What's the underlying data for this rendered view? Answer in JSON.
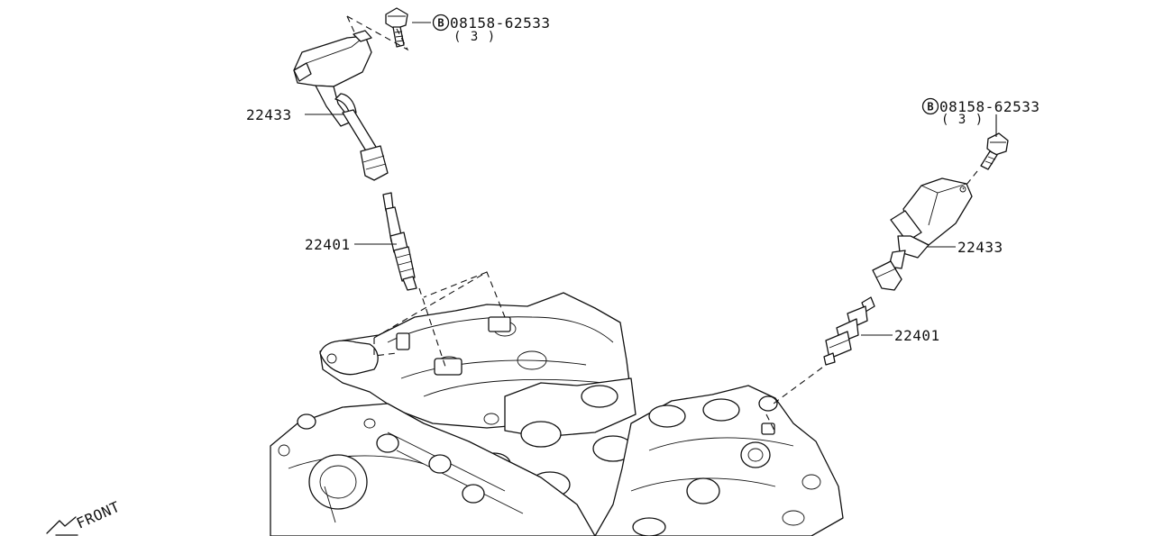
{
  "callouts": {
    "bolt_upper": {
      "marker": "B",
      "part_number": "08158-62533",
      "quantity": "( 3 )"
    },
    "bolt_right": {
      "marker": "B",
      "part_number": "08158-62533",
      "quantity": "( 3 )"
    },
    "coil_left": {
      "part_number": "22433"
    },
    "coil_right": {
      "part_number": "22433"
    },
    "plug_left": {
      "part_number": "22401"
    },
    "plug_right": {
      "part_number": "22401"
    }
  },
  "front_indicator": {
    "label": "FRONT"
  }
}
